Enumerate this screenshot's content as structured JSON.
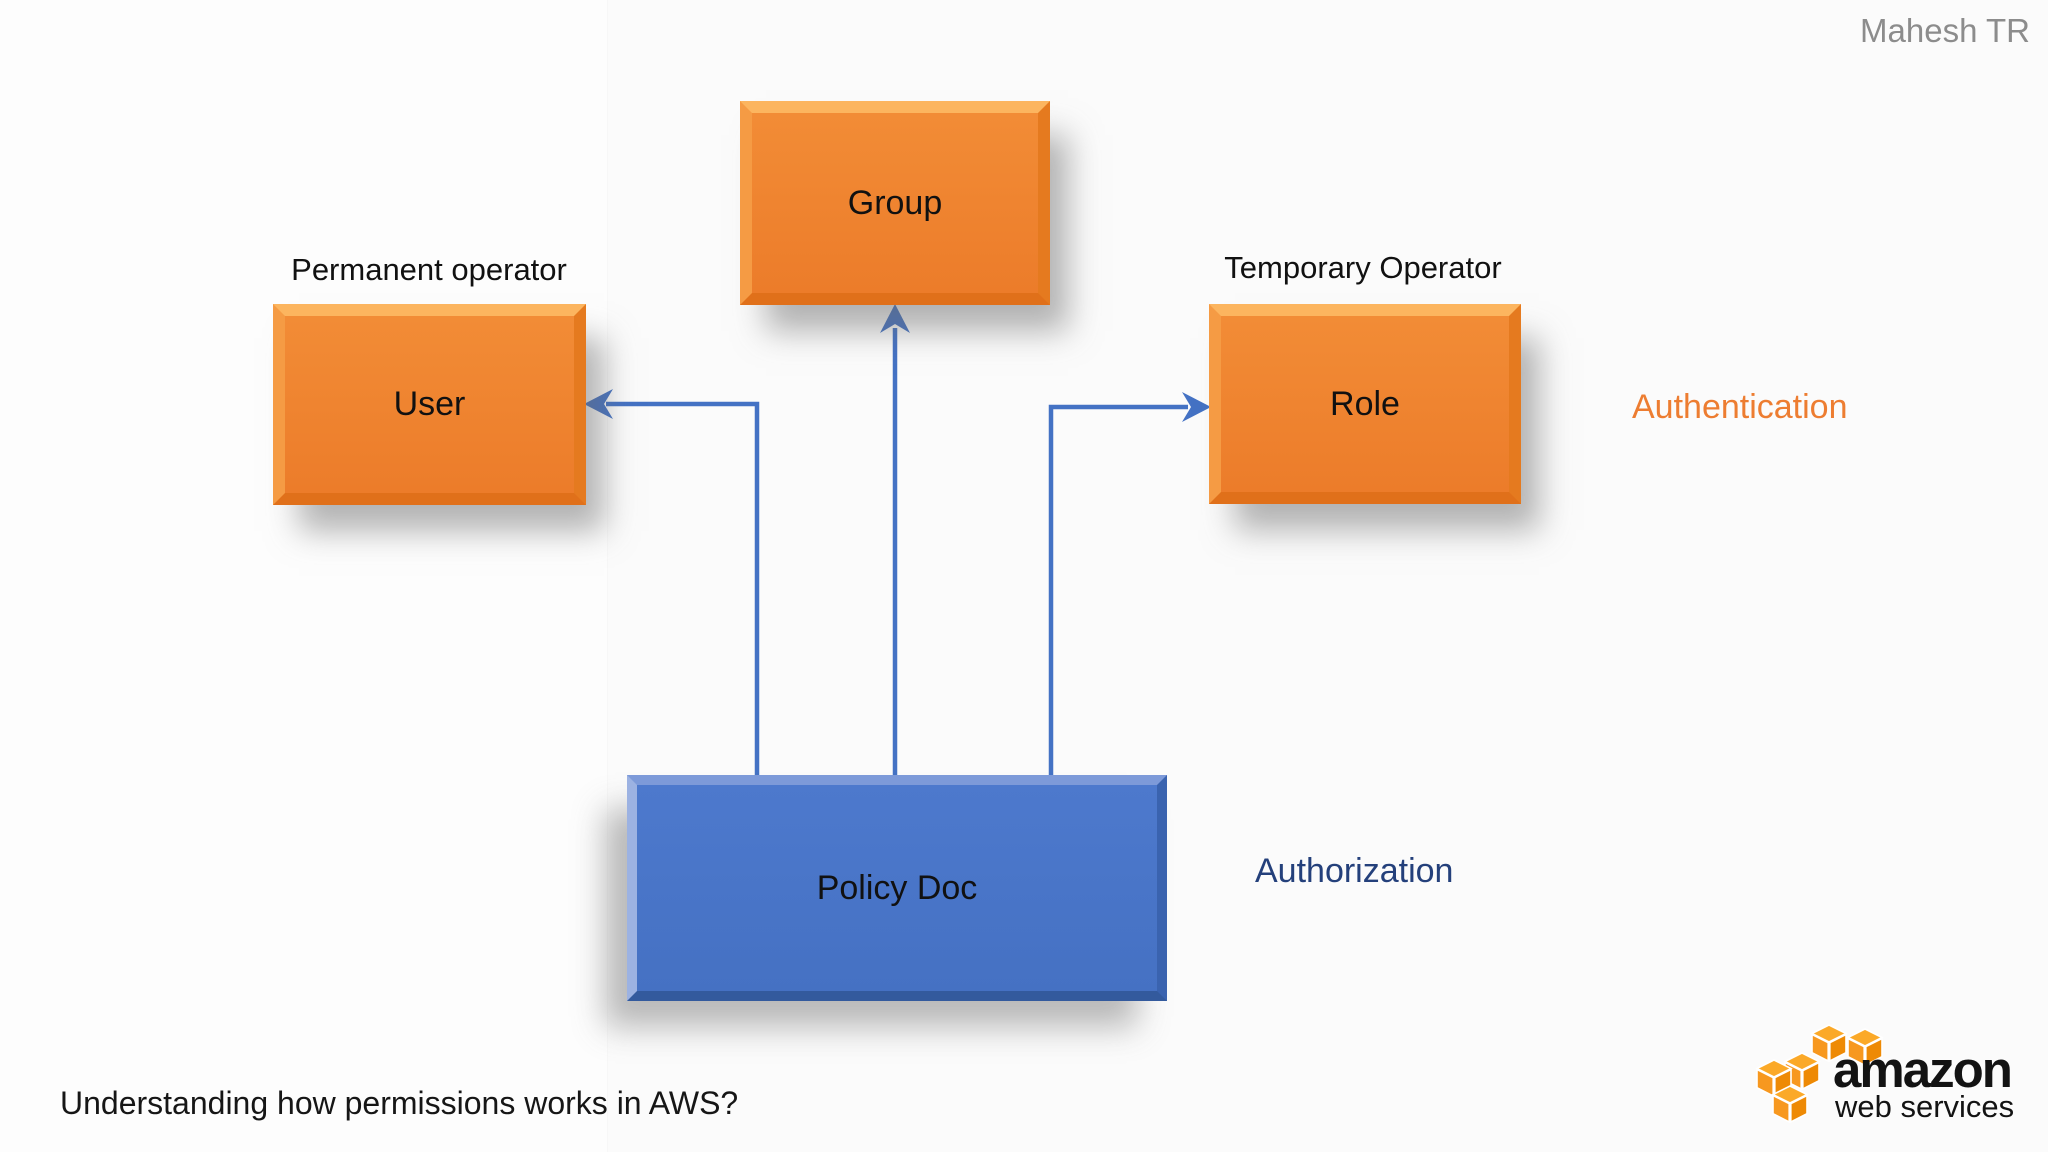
{
  "slide": {
    "author": "Mahesh TR",
    "footer_question": "Understanding how permissions works in AWS?"
  },
  "diagram": {
    "boxes": {
      "group": "Group",
      "user": "User",
      "role": "Role",
      "policy": "Policy Doc"
    },
    "captions": {
      "user": "Permanent operator",
      "role": "Temporary Operator"
    },
    "annotations": {
      "authentication": "Authentication",
      "authorization": "Authorization"
    },
    "connections": [
      {
        "from": "policy",
        "to": "user",
        "style": "elbow-arrow"
      },
      {
        "from": "policy",
        "to": "group",
        "style": "straight-arrow"
      },
      {
        "from": "policy",
        "to": "role",
        "style": "elbow-arrow"
      }
    ]
  },
  "logo": {
    "brand": "amazon",
    "subtitle": "web services"
  },
  "colors": {
    "box_orange": "#ED7D31",
    "box_blue": "#4472C4",
    "connector_blue": "#4472C4",
    "authentication_text": "#ED7D31",
    "authorization_text": "#24407B",
    "author_text": "#8C8C8C",
    "amazon_orange": "#F7981F",
    "background": "#FBFBFB"
  }
}
